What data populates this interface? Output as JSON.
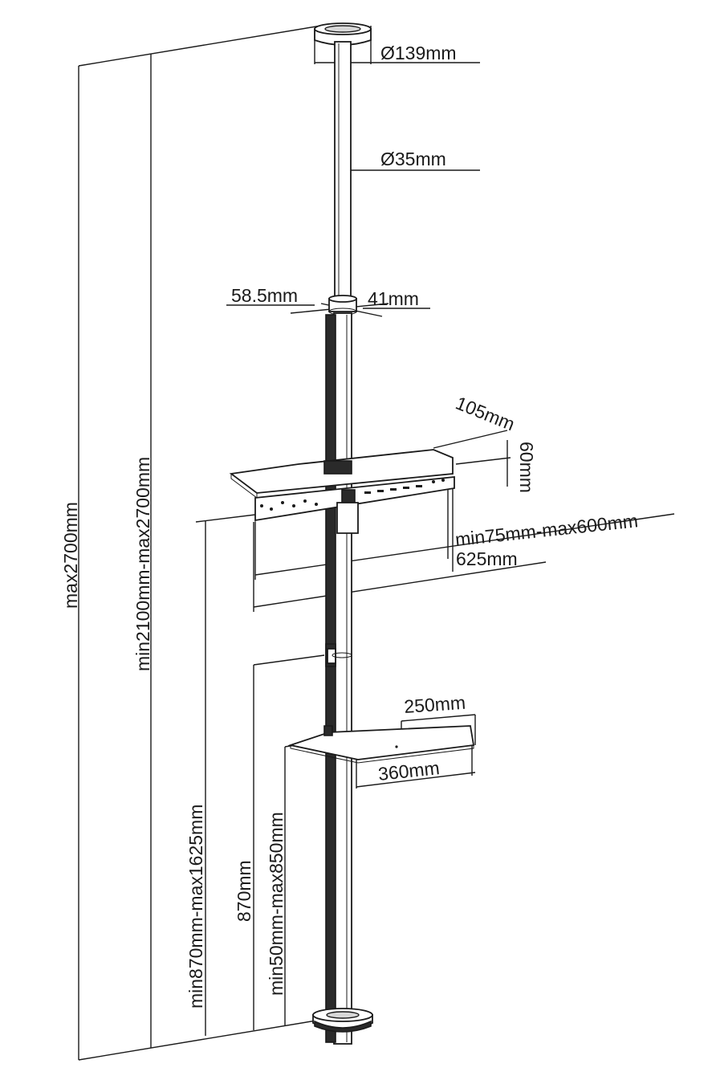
{
  "diagram": {
    "labels": {
      "top_plate_diameter": "Ø139mm",
      "pole_diameter": "Ø35mm",
      "collar_left": "58.5mm",
      "collar_right": "41mm",
      "bracket_depth": "105mm",
      "bracket_height": "60mm",
      "vesa_range": "min75mm-max600mm",
      "bracket_width": "625mm",
      "shelf_depth": "250mm",
      "shelf_width": "360mm",
      "total_height": "max2700mm",
      "height_range": "min2100mm-max2700mm",
      "bracket_height_range": "min870mm-max1625mm",
      "shelf_fixed_height": "870mm",
      "shelf_height_range": "min50mm-max850mm"
    }
  }
}
